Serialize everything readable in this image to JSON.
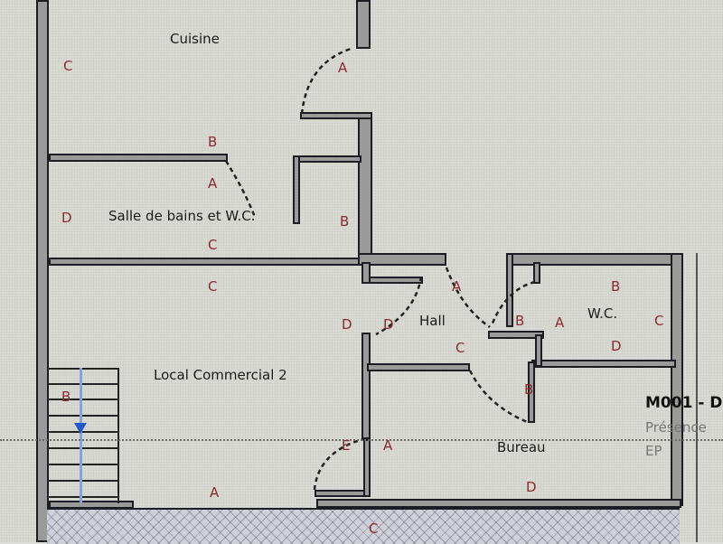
{
  "plan": {
    "rooms": [
      {
        "name": "Cuisine"
      },
      {
        "name": "Salle de bains et W.C."
      },
      {
        "name": "Local Commercial 2"
      },
      {
        "name": "Hall"
      },
      {
        "name": "W.C."
      },
      {
        "name": "Bureau"
      }
    ],
    "wall_codes": {
      "cuisine_c": "C",
      "cuisine_a": "A",
      "cuisine_b": "B",
      "sdb_a": "A",
      "sdb_d": "D",
      "sdb_b": "B",
      "sdb_c": "C",
      "local_c": "C",
      "local_d": "D",
      "local_a": "A",
      "local_e": "E",
      "local_a2": "A",
      "stairs_b": "B",
      "hall_d": "D",
      "hall_a": "A",
      "hall_c": "C",
      "hall_b": "B",
      "wc_a": "A",
      "wc_b": "B",
      "wc_c": "C",
      "wc_d": "D",
      "bureau_b": "B",
      "bureau_d": "D",
      "bottom_c": "C"
    }
  },
  "side_panel": {
    "title": "M001 - D",
    "subtitle": "Présence",
    "sub2": "EP"
  },
  "colors": {
    "wall_code": "#8b2b2b",
    "stairs_arrow": "#2456c8",
    "wall_fill": "#9a9a98"
  }
}
